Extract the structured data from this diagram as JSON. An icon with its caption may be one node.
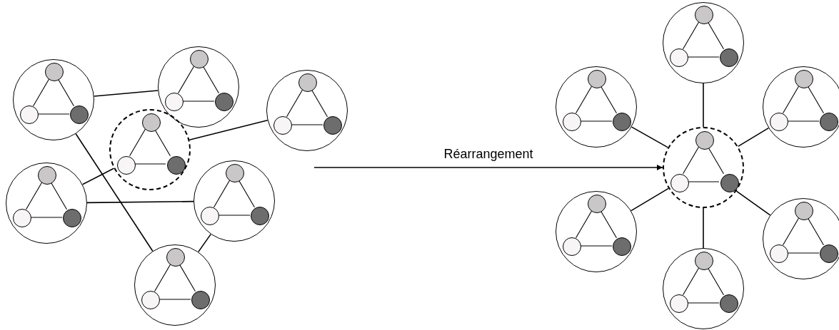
{
  "diagram": {
    "nodes": [
      {
        "text": [],
        "shape": "circle"
      },
      {
        "text": [],
        "shape": "circle",
        "in": 0
      },
      {
        "text": [],
        "shape": "circle",
        "in": 0
      },
      {
        "text": [],
        "shape": "circle",
        "in": 0
      },
      {
        "text": [],
        "shape": "circle"
      },
      {
        "text": [],
        "shape": "circle",
        "in": 4
      },
      {
        "text": [],
        "shape": "circle",
        "in": 4
      },
      {
        "text": [],
        "shape": "circle",
        "in": 4
      },
      {
        "text": [],
        "shape": "circle"
      },
      {
        "text": [],
        "shape": "circle",
        "in": 8
      },
      {
        "text": [],
        "shape": "circle",
        "in": 8
      },
      {
        "text": [],
        "shape": "circle",
        "in": 8
      },
      {
        "text": [],
        "shape": "circle"
      },
      {
        "text": [],
        "shape": "circle",
        "in": 12
      },
      {
        "text": [],
        "shape": "circle",
        "in": 12
      },
      {
        "text": [],
        "shape": "circle",
        "in": 12
      },
      {
        "text": [],
        "shape": "circle"
      },
      {
        "text": [],
        "shape": "circle",
        "in": 16
      },
      {
        "text": [],
        "shape": "circle",
        "in": 16
      },
      {
        "text": [],
        "shape": "circle",
        "in": 16
      },
      {
        "text": [],
        "shape": "circle"
      },
      {
        "text": [],
        "shape": "circle",
        "in": 20
      },
      {
        "text": [],
        "shape": "circle",
        "in": 20
      },
      {
        "text": [],
        "shape": "circle",
        "in": 20
      },
      {
        "text": [],
        "shape": "circle"
      },
      {
        "text": [],
        "shape": "circle",
        "in": 24
      },
      {
        "text": [],
        "shape": "circle",
        "in": 24
      },
      {
        "text": [],
        "shape": "circle",
        "in": 24
      },
      {
        "text": [],
        "shape": "circle"
      },
      {
        "text": [],
        "shape": "circle",
        "in": 28
      },
      {
        "text": [],
        "shape": "circle",
        "in": 28
      },
      {
        "text": [],
        "shape": "circle",
        "in": 28
      },
      {
        "text": [],
        "shape": "circle"
      },
      {
        "text": [],
        "shape": "circle",
        "in": 32
      },
      {
        "text": [],
        "shape": "circle",
        "in": 32
      },
      {
        "text": [],
        "shape": "circle",
        "in": 32
      },
      {
        "text": [],
        "shape": "circle"
      },
      {
        "text": [],
        "shape": "circle",
        "in": 36
      },
      {
        "text": [],
        "shape": "circle",
        "in": 36
      },
      {
        "text": [],
        "shape": "circle",
        "in": 36
      },
      {
        "text": [],
        "shape": "circle"
      },
      {
        "text": [],
        "shape": "circle",
        "in": 40
      },
      {
        "text": [],
        "shape": "circle",
        "in": 40
      },
      {
        "text": [],
        "shape": "circle",
        "in": 40
      },
      {
        "text": [],
        "shape": "circle"
      },
      {
        "text": [],
        "shape": "circle",
        "in": 44
      },
      {
        "text": [],
        "shape": "circle",
        "in": 44
      },
      {
        "text": [],
        "shape": "circle",
        "in": 44
      },
      {
        "text": [],
        "shape": "circle"
      },
      {
        "text": [],
        "shape": "circle",
        "in": 48
      },
      {
        "text": [],
        "shape": "circle",
        "in": 48
      },
      {
        "text": [],
        "shape": "circle",
        "in": 48
      },
      {
        "text": [],
        "shape": "circle"
      },
      {
        "text": [],
        "shape": "circle",
        "in": 52
      },
      {
        "text": [],
        "shape": "circle",
        "in": 52
      },
      {
        "text": [],
        "shape": "circle",
        "in": 52
      }
    ],
    "edges": [
      {
        "from": 1,
        "to": 2,
        "arrow": "none"
      },
      {
        "from": 1,
        "to": 3,
        "arrow": "none"
      },
      {
        "from": 2,
        "to": 3,
        "arrow": "none"
      },
      {
        "from": 5,
        "to": 6,
        "arrow": "none"
      },
      {
        "from": 5,
        "to": 7,
        "arrow": "none"
      },
      {
        "from": 6,
        "to": 7,
        "arrow": "none"
      },
      {
        "from": 9,
        "to": 10,
        "arrow": "none"
      },
      {
        "from": 9,
        "to": 11,
        "arrow": "none"
      },
      {
        "from": 10,
        "to": 11,
        "arrow": "none"
      },
      {
        "from": 13,
        "to": 14,
        "arrow": "none"
      },
      {
        "from": 13,
        "to": 15,
        "arrow": "none"
      },
      {
        "from": 14,
        "to": 15,
        "arrow": "none"
      },
      {
        "from": 17,
        "to": 18,
        "arrow": "none"
      },
      {
        "from": 17,
        "to": 19,
        "arrow": "none"
      },
      {
        "from": 18,
        "to": 19,
        "arrow": "none"
      },
      {
        "from": 21,
        "to": 22,
        "arrow": "none"
      },
      {
        "from": 21,
        "to": 23,
        "arrow": "none"
      },
      {
        "from": 22,
        "to": 23,
        "arrow": "none"
      },
      {
        "from": 25,
        "to": 26,
        "arrow": "none"
      },
      {
        "from": 25,
        "to": 27,
        "arrow": "none"
      },
      {
        "from": 26,
        "to": 27,
        "arrow": "none"
      },
      {
        "from": 29,
        "to": 30,
        "arrow": "none"
      },
      {
        "from": 29,
        "to": 31,
        "arrow": "none"
      },
      {
        "from": 30,
        "to": 31,
        "arrow": "none"
      },
      {
        "from": 33,
        "to": 34,
        "arrow": "none"
      },
      {
        "from": 33,
        "to": 35,
        "arrow": "none"
      },
      {
        "from": 34,
        "to": 35,
        "arrow": "none"
      },
      {
        "from": 37,
        "to": 38,
        "arrow": "none"
      },
      {
        "from": 37,
        "to": 39,
        "arrow": "none"
      },
      {
        "from": 38,
        "to": 39,
        "arrow": "none"
      },
      {
        "from": 41,
        "to": 42,
        "arrow": "none"
      },
      {
        "from": 41,
        "to": 43,
        "arrow": "none"
      },
      {
        "from": 42,
        "to": 43,
        "arrow": "none"
      },
      {
        "from": 45,
        "to": 46,
        "arrow": "none"
      },
      {
        "from": 45,
        "to": 47,
        "arrow": "none"
      },
      {
        "from": 46,
        "to": 47,
        "arrow": "none"
      },
      {
        "from": 49,
        "to": 50,
        "arrow": "none"
      },
      {
        "from": 49,
        "to": 51,
        "arrow": "none"
      },
      {
        "from": 50,
        "to": 51,
        "arrow": "none"
      },
      {
        "from": 53,
        "to": 54,
        "arrow": "none"
      },
      {
        "from": 53,
        "to": 55,
        "arrow": "none"
      },
      {
        "from": 54,
        "to": 55,
        "arrow": "none"
      },
      {
        "from": 0,
        "to": 4,
        "arrow": "none"
      },
      {
        "from": 0,
        "to": 24,
        "arrow": "none"
      },
      {
        "from": 8,
        "to": 12,
        "arrow": "none"
      },
      {
        "from": 12,
        "to": 16,
        "arrow": "none"
      },
      {
        "from": 16,
        "to": 20,
        "arrow": "none"
      },
      {
        "from": 20,
        "to": 24,
        "arrow": "none"
      },
      {
        "from": 28,
        "to": 40,
        "arrow": "none"
      },
      {
        "from": 32,
        "to": 40,
        "arrow": "none"
      },
      {
        "from": 36,
        "to": 40,
        "arrow": "none"
      },
      {
        "from": 40,
        "to": 44,
        "arrow": "none"
      },
      {
        "from": 40,
        "to": 48,
        "arrow": "none"
      },
      {
        "from": 40,
        "to": 52,
        "arrow": "none"
      },
      {
        "from": null,
        "to": 40,
        "arrow": "to",
        "label": "Réarrangement"
      }
    ]
  }
}
